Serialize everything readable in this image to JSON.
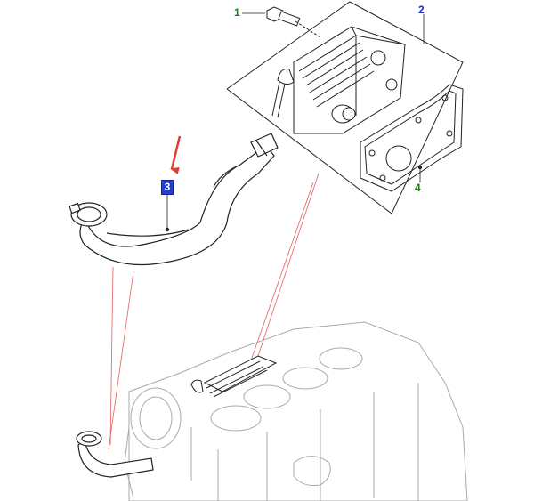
{
  "callouts": [
    {
      "number": "1",
      "part": "bolt"
    },
    {
      "number": "2",
      "part": "oil cooler"
    },
    {
      "number": "3",
      "part": "hose",
      "highlighted": true
    },
    {
      "number": "4",
      "part": "gasket"
    }
  ],
  "colors": {
    "callout_green": "#1b7a1b",
    "callout_blue": "#1f2bd6",
    "highlight_fill": "#1f3fd6",
    "highlight_text": "#ffffff",
    "arrow": "#e53935",
    "leader_lines": "#e06060",
    "linework": "#222222"
  }
}
